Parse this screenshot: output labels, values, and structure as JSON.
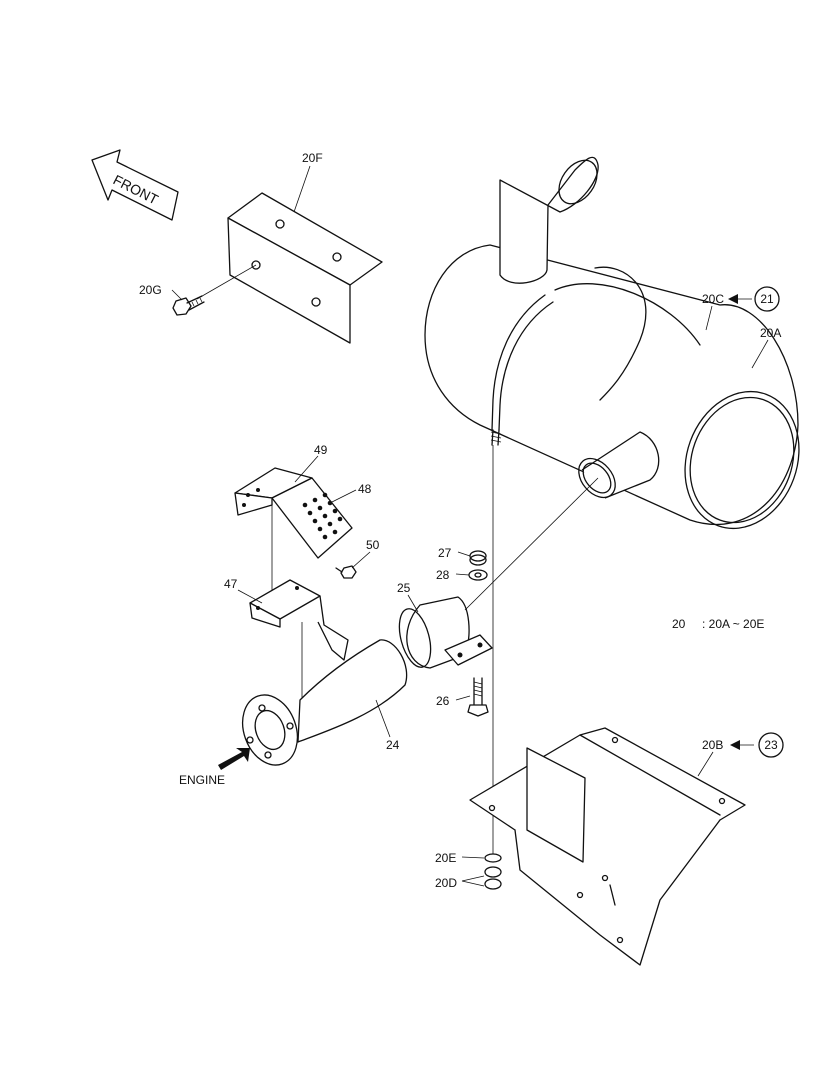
{
  "front_label": "FRONT",
  "engine_label": "ENGINE",
  "legend": {
    "group": "20",
    "range": ": 20A ~ 20E"
  },
  "labels": {
    "p20F": "20F",
    "p20G": "20G",
    "p20C": "20C",
    "p20A": "20A",
    "p49": "49",
    "p48": "48",
    "p50": "50",
    "p47": "47",
    "p27": "27",
    "p28": "28",
    "p25": "25",
    "p26": "26",
    "p24": "24",
    "p20B": "20B",
    "p20E": "20E",
    "p20D": "20D"
  },
  "refs": {
    "r21": "21",
    "r23": "23"
  }
}
